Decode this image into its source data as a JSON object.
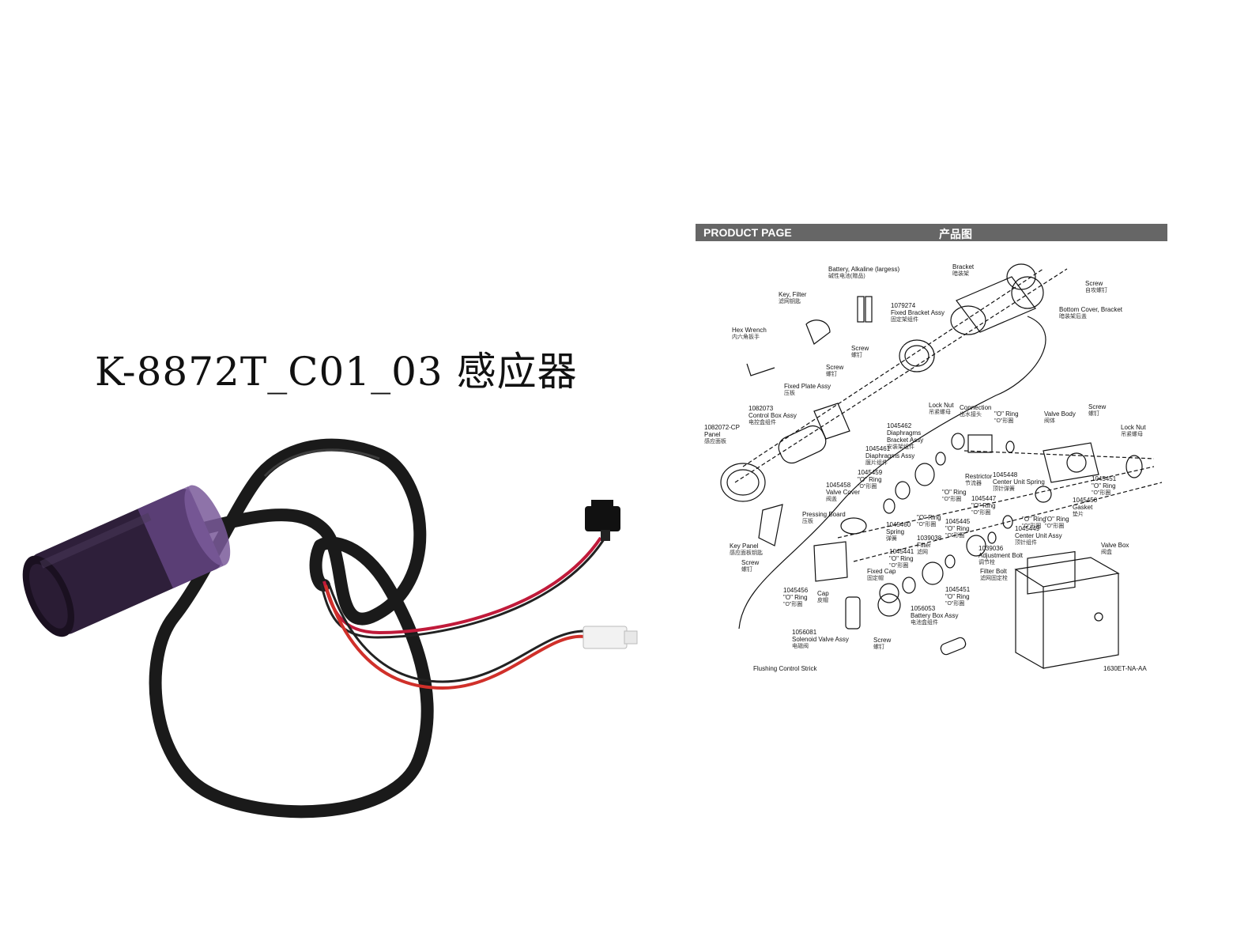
{
  "title": "K-8872T_C01_03 感应器",
  "diagram": {
    "banner_left": "PRODUCT PAGE",
    "banner_right": "产品图",
    "labels": [
      {
        "id": "battery",
        "en": "Battery, Alkaline (largess)",
        "cn": "碱性电池(赠品)"
      },
      {
        "id": "bracket",
        "en": "Bracket",
        "cn": "暗装架"
      },
      {
        "id": "screw-top",
        "en": "Screw",
        "cn": "自攻螺钉"
      },
      {
        "id": "bottom-cover",
        "en": "Bottom Cover, Bracket",
        "cn": "暗装架后盖"
      },
      {
        "id": "key-filter",
        "en": "Key, Filter",
        "cn": "滤网钥匙"
      },
      {
        "id": "fixed-bracket",
        "en": "1079274\nFixed Bracket Assy",
        "cn": "固定架组件"
      },
      {
        "id": "hex-wrench",
        "en": "Hex Wrench",
        "cn": "内六角扳手"
      },
      {
        "id": "screw-a",
        "en": "Screw",
        "cn": "螺钉"
      },
      {
        "id": "screw-b",
        "en": "Screw",
        "cn": "螺钉"
      },
      {
        "id": "fixed-plate",
        "en": "Fixed Plate Assy",
        "cn": "压板"
      },
      {
        "id": "control-box",
        "en": "1082073\nControl Box Assy",
        "cn": "电控盒组件"
      },
      {
        "id": "panel",
        "en": "1082072-CP\nPanel",
        "cn": "感应面板"
      },
      {
        "id": "lock-nut-a",
        "en": "Lock Nut",
        "cn": "吊紧螺母"
      },
      {
        "id": "connection",
        "en": "Connection",
        "cn": "出水接头"
      },
      {
        "id": "o-ring-a",
        "en": "\"O\" Ring",
        "cn": "\"O\"形圈"
      },
      {
        "id": "valve-body",
        "en": "Valve Body",
        "cn": "阀体"
      },
      {
        "id": "screw-c",
        "en": "Screw",
        "cn": "螺钉"
      },
      {
        "id": "lock-nut-b",
        "en": "Lock Nut",
        "cn": "吊紧螺母"
      },
      {
        "id": "diaphragms-bracket",
        "en": "1045462\nDiaphragms\nBracket Assy",
        "cn": "安装架组件"
      },
      {
        "id": "diaphragms",
        "en": "1045461\nDiaphragms Assy",
        "cn": "膜片组件"
      },
      {
        "id": "o-ring-459",
        "en": "1045459\n\"O\" Ring",
        "cn": "\"O\"形圈"
      },
      {
        "id": "valve-cover",
        "en": "1045458\nValve Cover",
        "cn": "阀盖"
      },
      {
        "id": "restrictor",
        "en": "Restrictor",
        "cn": "节流器"
      },
      {
        "id": "center-spring",
        "en": "1045448\nCenter Unit Spring",
        "cn": "顶针弹簧"
      },
      {
        "id": "o-ring-451a",
        "en": "1045451\n\"O\" Ring",
        "cn": "\"O\"形圈"
      },
      {
        "id": "gasket",
        "en": "1045450\nGasket",
        "cn": "垫片"
      },
      {
        "id": "o-ring-b",
        "en": "\"O\" Ring",
        "cn": "\"O\"形圈"
      },
      {
        "id": "o-ring-447",
        "en": "1045447\n\"O\" Ring",
        "cn": "\"O\"形圈"
      },
      {
        "id": "o-ring-c",
        "en": "\"O\" Ring",
        "cn": "\"O\"形圈"
      },
      {
        "id": "pressing-board",
        "en": "Pressing Board",
        "cn": "压板"
      },
      {
        "id": "spring",
        "en": "1045460\nSpring",
        "cn": "弹簧"
      },
      {
        "id": "o-ring-d",
        "en": "\"O\" Ring",
        "cn": "\"O\"形圈"
      },
      {
        "id": "o-ring-445",
        "en": "1045445\n\"O\" Ring",
        "cn": "\"O\"形圈"
      },
      {
        "id": "center-unit",
        "en": "1045449\nCenter Unit Assy",
        "cn": "顶针组件"
      },
      {
        "id": "o-ring-e",
        "en": "\"O\" Ring",
        "cn": "\"O\"形圈"
      },
      {
        "id": "key-panel",
        "en": "Key Panel",
        "cn": "感应面板钥匙"
      },
      {
        "id": "filter",
        "en": "1039038\nFilter",
        "cn": "滤网"
      },
      {
        "id": "adjustment-bolt",
        "en": "1039036\nAdjustment Bolt",
        "cn": "调节栓"
      },
      {
        "id": "valve-box",
        "en": "Valve Box",
        "cn": "阀盒"
      },
      {
        "id": "screw-d",
        "en": "Screw",
        "cn": "螺钉"
      },
      {
        "id": "o-ring-441",
        "en": "1045441\n\"O\" Ring",
        "cn": "\"O\"形圈"
      },
      {
        "id": "fixed-cap",
        "en": "Fixed Cap",
        "cn": "固定帽"
      },
      {
        "id": "filter-bolt",
        "en": "Filter Bolt",
        "cn": "滤网固定栓"
      },
      {
        "id": "o-ring-456",
        "en": "1045456\n\"O\" Ring",
        "cn": "\"O\"形圈"
      },
      {
        "id": "cap",
        "en": "Cap",
        "cn": "皮帽"
      },
      {
        "id": "o-ring-451b",
        "en": "1045451\n\"O\" Ring",
        "cn": "\"O\"形圈"
      },
      {
        "id": "battery-box",
        "en": "1056053\nBattery Box Assy",
        "cn": "电池盒组件"
      },
      {
        "id": "solenoid",
        "en": "1056081\nSolenoid Valve Assy",
        "cn": "电磁阀"
      },
      {
        "id": "screw-e",
        "en": "Screw",
        "cn": "螺钉"
      },
      {
        "id": "flushing",
        "en": "Flushing Control Strick",
        "cn": ""
      },
      {
        "id": "part-code",
        "en": "1630ET-NA-AA",
        "cn": ""
      }
    ]
  },
  "colors": {
    "banner": "#666666",
    "cable": "#1a1a1a",
    "sensor": "#2e1f3a",
    "sensor_lens": "#7a5a9a",
    "wire_red": "#c01a3a",
    "wire_black": "#222222",
    "connector_white": "#f2f2f2"
  }
}
